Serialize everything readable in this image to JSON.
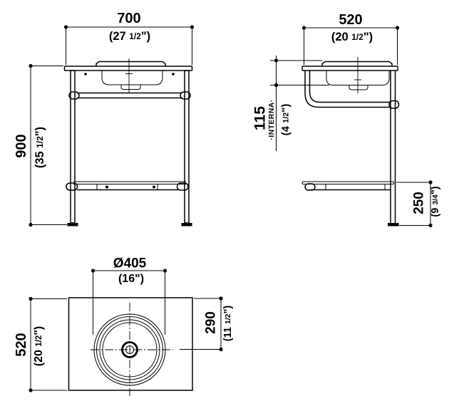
{
  "colors": {
    "line": "#000000",
    "background": "#ffffff"
  },
  "views": {
    "front": {
      "width": {
        "mm": "700",
        "inch_pre": "(27 ",
        "inch_frac": "1/2",
        "inch_post": "\")"
      },
      "height": {
        "mm": "900",
        "inch_pre": "(35 ",
        "inch_frac": "1/2",
        "inch_post": "\")"
      }
    },
    "side": {
      "width": {
        "mm": "520",
        "inch_pre": "(20 ",
        "inch_frac": "1/2",
        "inch_post": "\")"
      },
      "basin_depth": {
        "mm": "115",
        "note": "·INTERNA·",
        "inch_pre": "(4 ",
        "inch_frac": "1/2",
        "inch_post": "\")"
      },
      "shelf_height": {
        "mm": "250",
        "inch_pre": "(9 ",
        "inch_frac": "3/4",
        "inch_post": "\")"
      }
    },
    "plan": {
      "basin_diameter": {
        "mm": "Ø405",
        "inch_pre": "(16",
        "inch_frac": "",
        "inch_post": "\")"
      },
      "depth": {
        "mm": "520",
        "inch_pre": "(20 ",
        "inch_frac": "1/2",
        "inch_post": "\")"
      },
      "basin_center_offset": {
        "mm": "290",
        "inch_pre": "(11 ",
        "inch_frac": "1/2",
        "inch_post": "\")"
      }
    }
  }
}
